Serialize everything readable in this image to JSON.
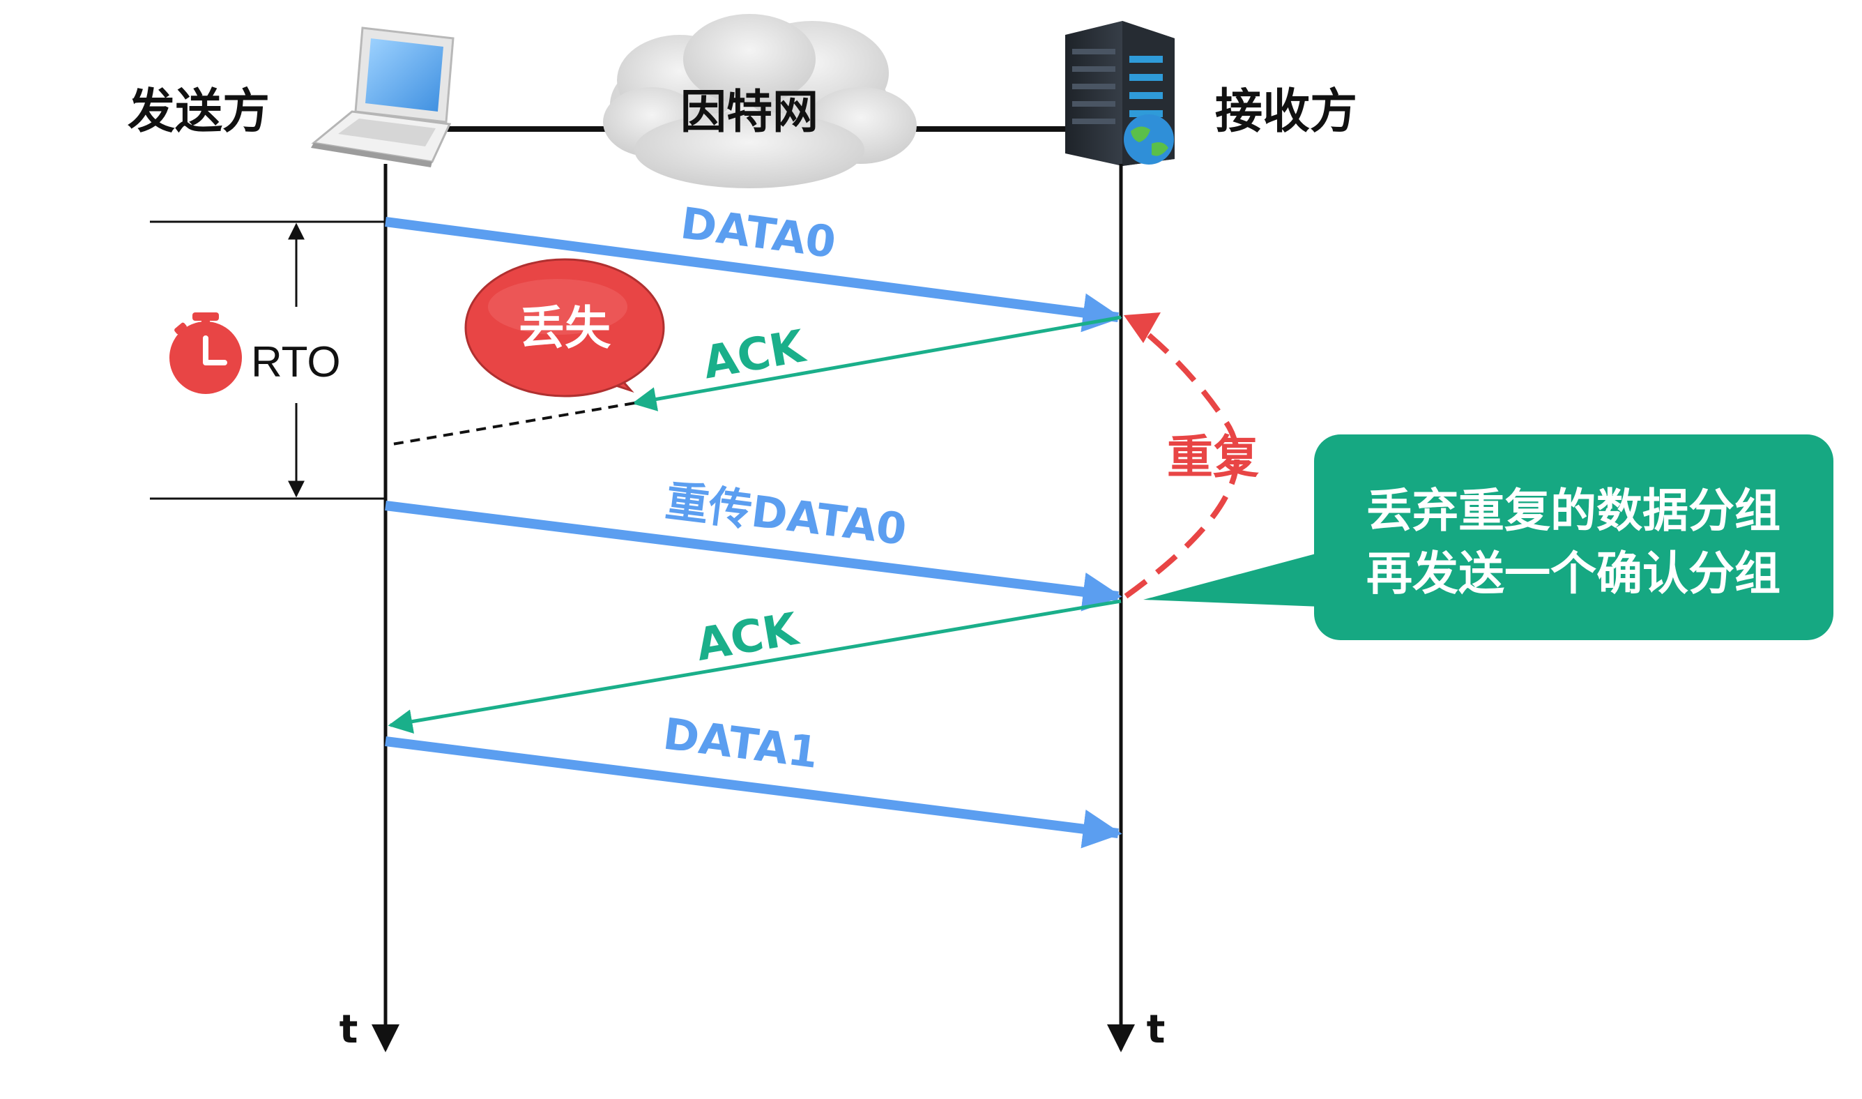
{
  "sender": {
    "label": "发送方",
    "time_label": "t"
  },
  "receiver": {
    "label": "接收方",
    "time_label": "t"
  },
  "network": {
    "label": "因特网"
  },
  "timer": {
    "label": "RTO"
  },
  "loss_bubble": {
    "label": "丢失"
  },
  "duplicate_label": "重复",
  "messages": [
    {
      "label": "DATA0",
      "direction": "sender-to-receiver",
      "color": "#5b9ef0"
    },
    {
      "label": "ACK",
      "direction": "receiver-to-sender",
      "color": "#1aaf8a",
      "lost": true
    },
    {
      "label": "重传DATA0",
      "direction": "sender-to-receiver",
      "color": "#5b9ef0"
    },
    {
      "label": "ACK",
      "direction": "receiver-to-sender",
      "color": "#1aaf8a"
    },
    {
      "label": "DATA1",
      "direction": "sender-to-receiver",
      "color": "#5b9ef0"
    }
  ],
  "callout": {
    "lines": [
      "丢弃重复的数据分组",
      "再发送一个确认分组"
    ],
    "color": "#16a882"
  },
  "colors": {
    "data": "#5b9ef0",
    "ack": "#1aaf8a",
    "alert": "#e84545",
    "callout": "#16a882"
  }
}
